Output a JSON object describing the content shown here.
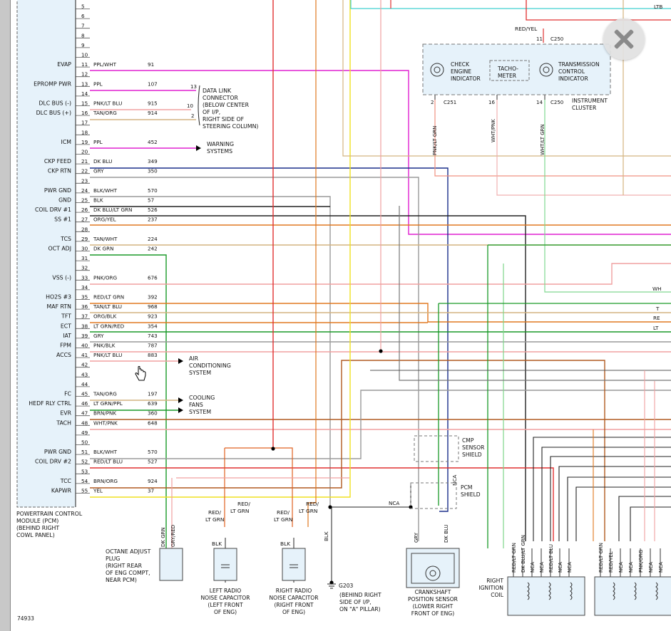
{
  "diagram": {
    "pcm_label_lines": [
      "POWERTRAIN CONTROL",
      "MODULE (PCM)",
      "(BEHIND RIGHT",
      "COWL PANEL)"
    ],
    "figure_number": "74933",
    "pcm_pins": [
      {
        "pin": "5",
        "func": "",
        "wire": "",
        "circuit": ""
      },
      {
        "pin": "6",
        "func": "",
        "wire": "",
        "circuit": ""
      },
      {
        "pin": "7",
        "func": "",
        "wire": "",
        "circuit": ""
      },
      {
        "pin": "8",
        "func": "",
        "wire": "",
        "circuit": ""
      },
      {
        "pin": "9",
        "func": "",
        "wire": "",
        "circuit": ""
      },
      {
        "pin": "10",
        "func": "",
        "wire": "",
        "circuit": ""
      },
      {
        "pin": "11",
        "func": "EVAP",
        "wire": "PPL/WHT",
        "circuit": "91"
      },
      {
        "pin": "12",
        "func": "",
        "wire": "",
        "circuit": ""
      },
      {
        "pin": "13",
        "func": "EPROMP PWR",
        "wire": "PPL",
        "circuit": "107"
      },
      {
        "pin": "14",
        "func": "",
        "wire": "",
        "circuit": ""
      },
      {
        "pin": "15",
        "func": "DLC BUS (-)",
        "wire": "PNK/LT BLU",
        "circuit": "915"
      },
      {
        "pin": "16",
        "func": "DLC BUS (+)",
        "wire": "TAN/ORG",
        "circuit": "914"
      },
      {
        "pin": "17",
        "func": "",
        "wire": "",
        "circuit": ""
      },
      {
        "pin": "18",
        "func": "",
        "wire": "",
        "circuit": ""
      },
      {
        "pin": "19",
        "func": "ICM",
        "wire": "PPL",
        "circuit": "452"
      },
      {
        "pin": "20",
        "func": "",
        "wire": "",
        "circuit": ""
      },
      {
        "pin": "21",
        "func": "CKP FEED",
        "wire": "DK BLU",
        "circuit": "349"
      },
      {
        "pin": "22",
        "func": "CKP RTN",
        "wire": "GRY",
        "circuit": "350"
      },
      {
        "pin": "23",
        "func": "",
        "wire": "",
        "circuit": ""
      },
      {
        "pin": "24",
        "func": "PWR GND",
        "wire": "BLK/WHT",
        "circuit": "570"
      },
      {
        "pin": "25",
        "func": "GND",
        "wire": "BLK",
        "circuit": "57"
      },
      {
        "pin": "26",
        "func": "COIL DRV #1",
        "wire": "DK BLU/LT GRN",
        "circuit": "526"
      },
      {
        "pin": "27",
        "func": "SS #1",
        "wire": "ORG/YEL",
        "circuit": "237"
      },
      {
        "pin": "28",
        "func": "",
        "wire": "",
        "circuit": ""
      },
      {
        "pin": "29",
        "func": "TCS",
        "wire": "TAN/WHT",
        "circuit": "224"
      },
      {
        "pin": "30",
        "func": "OCT ADJ",
        "wire": "DK GRN",
        "circuit": "242"
      },
      {
        "pin": "31",
        "func": "",
        "wire": "",
        "circuit": ""
      },
      {
        "pin": "32",
        "func": "",
        "wire": "",
        "circuit": ""
      },
      {
        "pin": "33",
        "func": "VSS (-)",
        "wire": "PNK/ORG",
        "circuit": "676"
      },
      {
        "pin": "34",
        "func": "",
        "wire": "",
        "circuit": ""
      },
      {
        "pin": "35",
        "func": "HO2S #3",
        "wire": "RED/LT GRN",
        "circuit": "392"
      },
      {
        "pin": "36",
        "func": "MAF RTN",
        "wire": "TAN/LT BLU",
        "circuit": "968"
      },
      {
        "pin": "37",
        "func": "TFT",
        "wire": "ORG/BLK",
        "circuit": "923"
      },
      {
        "pin": "38",
        "func": "ECT",
        "wire": "LT GRN/RED",
        "circuit": "354"
      },
      {
        "pin": "39",
        "func": "IAT",
        "wire": "GRY",
        "circuit": "743"
      },
      {
        "pin": "40",
        "func": "FPM",
        "wire": "PNK/BLK",
        "circuit": "787"
      },
      {
        "pin": "41",
        "func": "ACCS",
        "wire": "PNK/LT BLU",
        "circuit": "883"
      },
      {
        "pin": "42",
        "func": "",
        "wire": "",
        "circuit": ""
      },
      {
        "pin": "43",
        "func": "",
        "wire": "",
        "circuit": ""
      },
      {
        "pin": "44",
        "func": "",
        "wire": "",
        "circuit": ""
      },
      {
        "pin": "45",
        "func": "FC",
        "wire": "TAN/ORG",
        "circuit": "197"
      },
      {
        "pin": "46",
        "func": "HEDF RLY CTRL",
        "wire": "LT GRN/PPL",
        "circuit": "639"
      },
      {
        "pin": "47",
        "func": "EVR",
        "wire": "BRN/PNK",
        "circuit": "360"
      },
      {
        "pin": "48",
        "func": "TACH",
        "wire": "WHT/PNK",
        "circuit": "648"
      },
      {
        "pin": "49",
        "func": "",
        "wire": "",
        "circuit": ""
      },
      {
        "pin": "50",
        "func": "",
        "wire": "",
        "circuit": ""
      },
      {
        "pin": "51",
        "func": "PWR GND",
        "wire": "BLK/WHT",
        "circuit": "570"
      },
      {
        "pin": "52",
        "func": "COIL DRV #2",
        "wire": "RED/LT BLU",
        "circuit": "527"
      },
      {
        "pin": "53",
        "func": "",
        "wire": "",
        "circuit": ""
      },
      {
        "pin": "54",
        "func": "TCC",
        "wire": "BRN/ORG",
        "circuit": "924"
      },
      {
        "pin": "55",
        "func": "KAPWR",
        "wire": "YEL",
        "circuit": "37"
      }
    ],
    "dlc": {
      "pins": [
        "13",
        "10",
        "2"
      ],
      "lines": [
        "DATA LINK",
        "CONNECTOR",
        "(BELOW CENTER",
        "OF I/P,",
        "RIGHT SIDE OF",
        "STEERING COLUMN)"
      ]
    },
    "warning": [
      "WARNING",
      "SYSTEMS"
    ],
    "air_conditioning": [
      "AIR",
      "CONDITIONING",
      "SYSTEM"
    ],
    "cooling_fans": [
      "COOLING",
      "FANS",
      "SYSTEM"
    ],
    "cluster": {
      "top_wire": "RED/YEL",
      "top_pin": "11",
      "top_conn": "C250",
      "check_engine": [
        "CHECK",
        "ENGINE",
        "INDICATOR"
      ],
      "tachometer": [
        "TACHO-",
        "METER"
      ],
      "trans_control": [
        "TRANSMISSION",
        "CONTROL",
        "INDICATOR"
      ],
      "label": [
        "INSTRUMENT",
        "CLUSTER"
      ],
      "pin_left": "2",
      "conn_left": "C251",
      "pin_mid": "16",
      "pin_right": "14",
      "conn_right": "C250",
      "wire_left": "PNK/LT GRN",
      "wire_mid": "WHT/PNK",
      "wire_right": "WHT/LT GRN"
    },
    "octane": {
      "wires": [
        "DK GRN",
        "GRY/RED"
      ],
      "lines": [
        "OCTANE ADJUST",
        "PLUG",
        "(RIGHT REAR",
        "OF ENG COMPT,",
        "NEAR PCM)"
      ]
    },
    "left_cap": {
      "wire_a": [
        "RED/",
        "LT GRN"
      ],
      "wire_b": [
        "RED/",
        "LT GRN"
      ],
      "gnd": "BLK",
      "lines": [
        "LEFT RADIO",
        "NOISE CAPACITOR",
        "(LEFT FRONT",
        "OF ENG)"
      ]
    },
    "right_cap": {
      "wire_a": [
        "RED/",
        "LT GRN"
      ],
      "wire_b": [
        "RED/",
        "LT GRN"
      ],
      "gnd": "BLK",
      "lines": [
        "RIGHT RADIO",
        "NOISE CAPACITOR",
        "(RIGHT FRONT",
        "OF ENG)"
      ]
    },
    "ground": {
      "wire": "BLK",
      "id": "G203",
      "lines": [
        "(BEHIND RIGHT",
        "SIDE OF I/P,",
        "ON \"A\" PILLAR)"
      ]
    },
    "nca": "NCA",
    "cmp_shield": [
      "CMP",
      "SENSOR",
      "SHIELD"
    ],
    "pcm_shield": [
      "PCM",
      "SHIELD"
    ],
    "ckp_sensor": {
      "wires": [
        "GRY",
        "DK BLU"
      ],
      "lines": [
        "CRANKSHAFT",
        "POSITION SENSOR",
        "(LOWER RIGHT",
        "FRONT OF ENG)"
      ]
    },
    "right_coil": {
      "wires": [
        "RED/LT GRN",
        "DK BLU/LT GRN",
        "NCA",
        "NCA",
        "RED/LT BLU",
        "NCA",
        "NCA"
      ],
      "lines": [
        "RIGHT",
        "IGNITION",
        "COIL"
      ]
    },
    "left_coil_wires": [
      "RED/LT GRN",
      "RED/YEL",
      "NCA",
      "NCA",
      "PNK/ORG",
      "NCA",
      "NCA"
    ],
    "edge_labels": {
      "a": "LTB",
      "b": "WH",
      "c": "T",
      "d": "RE",
      "e": "LT"
    }
  },
  "colors": {
    "dkgrn": "#1a9a28",
    "ltgrn": "#7fd68a",
    "red": "#e03030",
    "pink": "#f0a0a0",
    "ppl": "#e020d0",
    "dkblu": "#1a2e8a",
    "gry": "#9a9a9a",
    "blk": "#222222",
    "tan": "#d4b480",
    "org": "#e07820",
    "brn": "#b05a20",
    "yel": "#f0e020",
    "cyan": "#40d0d0",
    "ltblu": "#60b0e0"
  }
}
